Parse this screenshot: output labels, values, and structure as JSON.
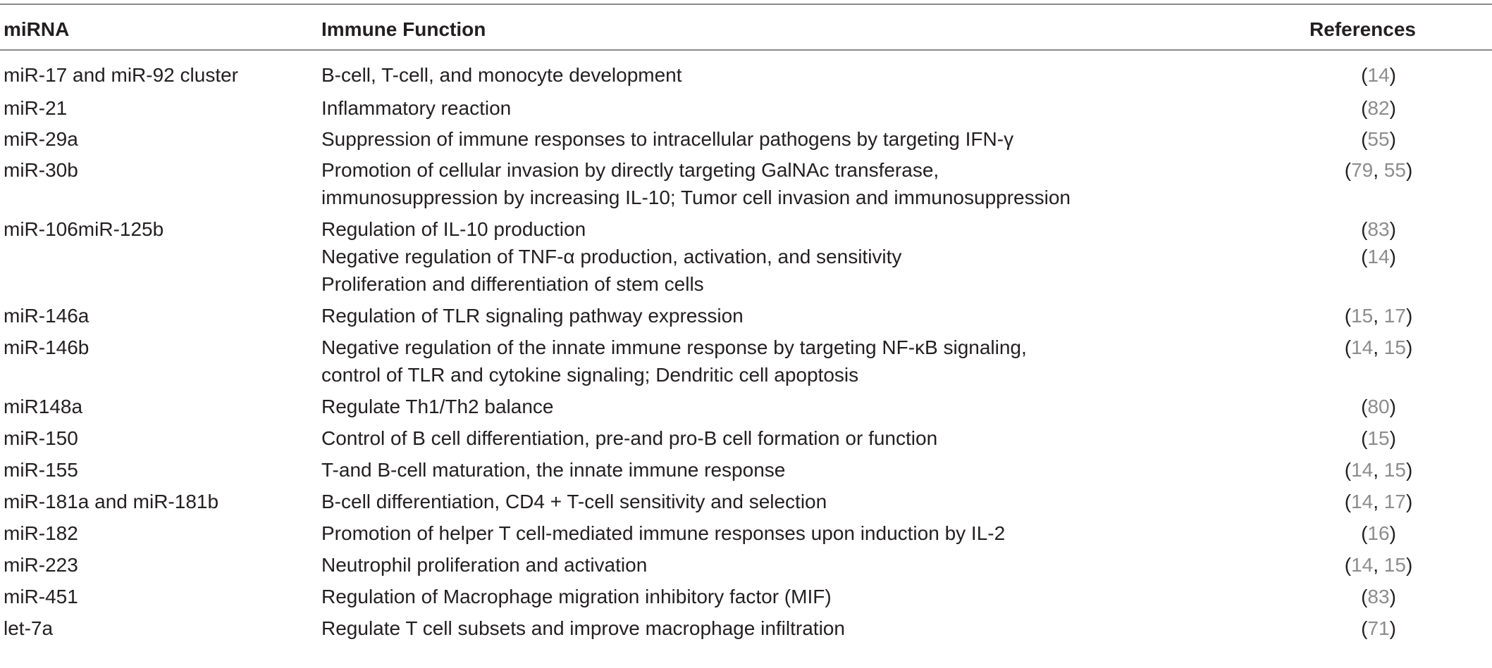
{
  "table": {
    "columns": [
      "miRNA",
      "Immune Function",
      "References"
    ],
    "rows": [
      {
        "mirna": "miR-17 and miR-92 cluster",
        "function": [
          "B-cell, T-cell, and monocyte development"
        ],
        "refs": [
          [
            "14"
          ]
        ]
      },
      {
        "mirna": "miR-21",
        "function": [
          "Inflammatory reaction"
        ],
        "refs": [
          [
            "82"
          ]
        ]
      },
      {
        "mirna": "miR-29a",
        "function": [
          "Suppression of immune responses to intracellular pathogens by targeting IFN-γ"
        ],
        "refs": [
          [
            "55"
          ]
        ]
      },
      {
        "mirna": "miR-30b",
        "function": [
          "Promotion of cellular invasion by directly targeting GalNAc transferase,",
          "immunosuppression by increasing IL-10; Tumor cell invasion and immunosuppression"
        ],
        "refs": [
          [
            "79",
            "55"
          ]
        ]
      },
      {
        "mirna": "miR-106miR-125b",
        "function": [
          "Regulation of IL-10 production",
          "Negative regulation of TNF-α production, activation, and sensitivity",
          "Proliferation and differentiation of stem cells"
        ],
        "refs": [
          [
            "83"
          ],
          [
            "14"
          ]
        ]
      },
      {
        "mirna": "miR-146a",
        "function": [
          "Regulation of TLR signaling pathway expression"
        ],
        "refs": [
          [
            "15",
            "17"
          ]
        ]
      },
      {
        "mirna": "miR-146b",
        "function": [
          "Negative regulation of the innate immune response by targeting NF-κB signaling,",
          "control of TLR and cytokine signaling; Dendritic cell apoptosis"
        ],
        "refs": [
          [
            "14",
            "15"
          ]
        ]
      },
      {
        "mirna": "miR148a",
        "function": [
          "Regulate Th1/Th2 balance"
        ],
        "refs": [
          [
            "80"
          ]
        ]
      },
      {
        "mirna": "miR-150",
        "function": [
          "Control of B cell differentiation, pre-and pro-B cell formation or function"
        ],
        "refs": [
          [
            "15"
          ]
        ]
      },
      {
        "mirna": "miR-155",
        "function": [
          "T-and B-cell maturation, the innate immune response"
        ],
        "refs": [
          [
            "14",
            "15"
          ]
        ]
      },
      {
        "mirna": "miR-181a and miR-181b",
        "function": [
          "B-cell differentiation, CD4 + T-cell sensitivity and selection"
        ],
        "refs": [
          [
            "14",
            "17"
          ]
        ]
      },
      {
        "mirna": "miR-182",
        "function": [
          "Promotion of helper T cell-mediated immune responses upon induction by IL-2"
        ],
        "refs": [
          [
            "16"
          ]
        ]
      },
      {
        "mirna": "miR-223",
        "function": [
          "Neutrophil proliferation and activation"
        ],
        "refs": [
          [
            "14",
            "15"
          ]
        ]
      },
      {
        "mirna": "miR-451",
        "function": [
          "Regulation of Macrophage migration inhibitory factor (MIF)"
        ],
        "refs": [
          [
            "83"
          ]
        ]
      },
      {
        "mirna": "let-7a",
        "function": [
          "Regulate T cell subsets and improve macrophage infiltration"
        ],
        "refs": [
          [
            "71"
          ]
        ]
      }
    ]
  },
  "colors": {
    "text": "#231f20",
    "reference_number": "#8c8c8c",
    "rule": "#8a8a8a"
  }
}
